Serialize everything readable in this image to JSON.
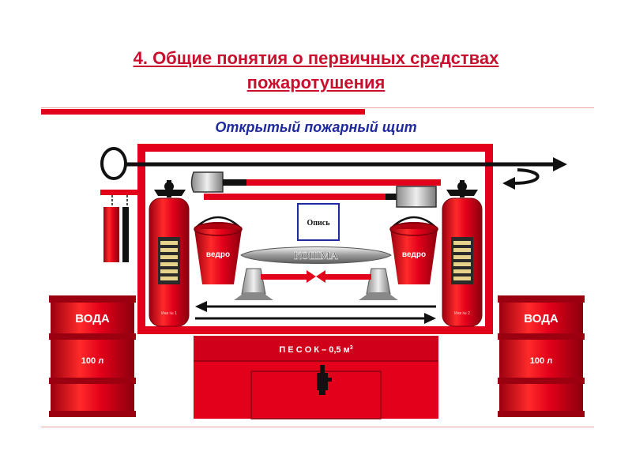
{
  "title_line1": "4. Общие понятия о первичных средствах",
  "title_line2": "пожаротушения",
  "subtitle": "Открытый пожарный щит",
  "barrels": [
    {
      "label": "ВОДА",
      "volume": "100 л"
    },
    {
      "label": "ВОДА",
      "volume": "100 л"
    }
  ],
  "buckets": [
    {
      "label": "ведро"
    },
    {
      "label": "ведро"
    }
  ],
  "blanket_label": "КОШМА",
  "inventory_label": "Опись",
  "sand_box_label": "П Е С О К – 0,5 м",
  "sand_box_unit_exp": "3",
  "extinguisher_tags": [
    "Инв № 1",
    "Инв № 2"
  ],
  "colors": {
    "red": "#e2001a",
    "dark_red": "#b0000f",
    "black": "#111111",
    "title": "#c8102e",
    "subtitle": "#1e2a9e"
  }
}
